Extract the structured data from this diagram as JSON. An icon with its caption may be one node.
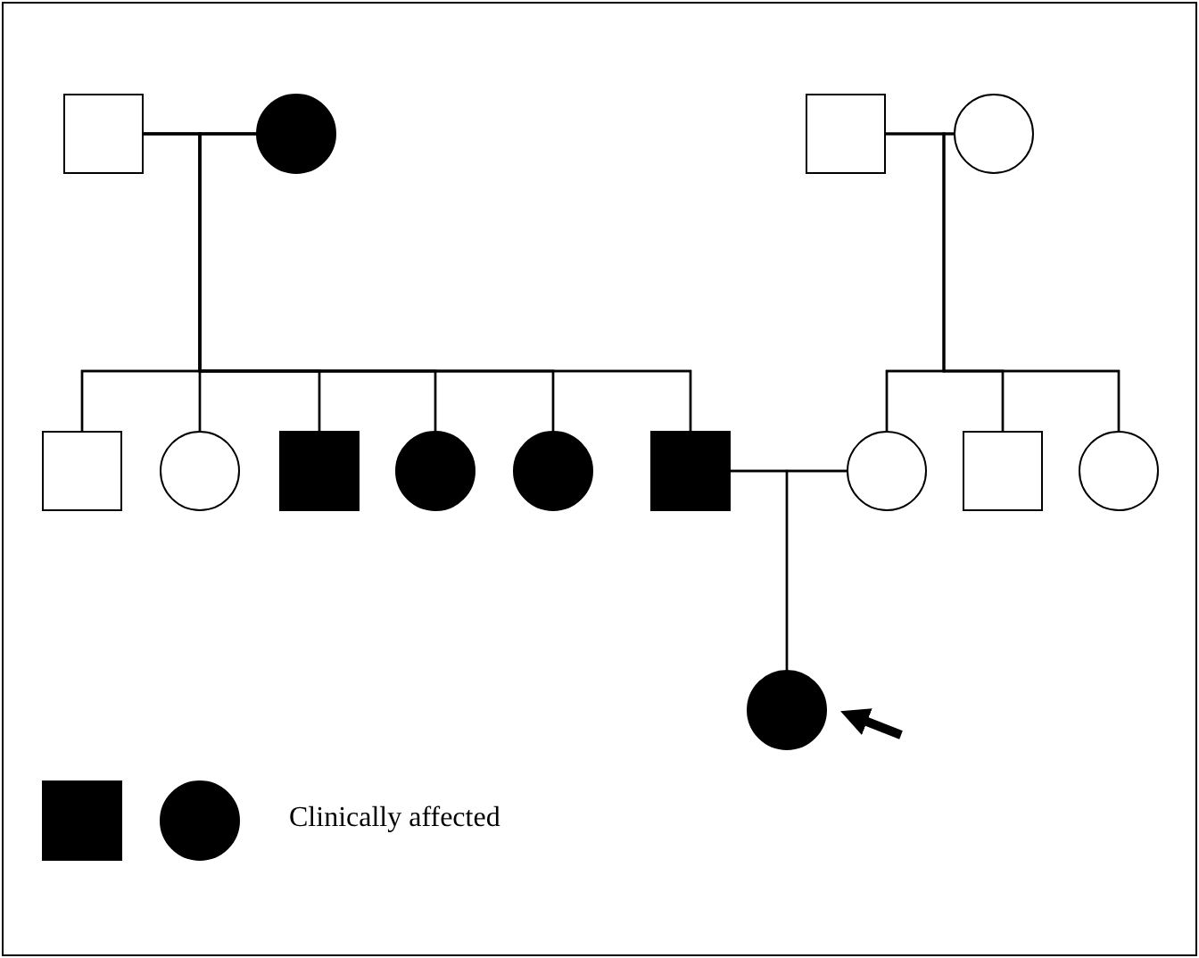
{
  "diagram": {
    "nodes": [
      {
        "text": [],
        "shape": "box"
      },
      {
        "text": [],
        "shape": "circle"
      },
      {
        "text": [],
        "shape": "box"
      },
      {
        "text": [],
        "shape": "circle"
      },
      {
        "text": [],
        "shape": "box"
      },
      {
        "text": [],
        "shape": "circle"
      },
      {
        "text": [],
        "shape": "box"
      },
      {
        "text": [],
        "shape": "circle"
      },
      {
        "text": [],
        "shape": "circle"
      },
      {
        "text": [],
        "shape": "box"
      },
      {
        "text": [],
        "shape": "circle"
      },
      {
        "text": [],
        "shape": "box"
      },
      {
        "text": [],
        "shape": "circle"
      },
      {
        "text": [],
        "shape": "circle"
      }
    ],
    "edges": [
      {
        "from": 0,
        "to": 1,
        "arrow": "none"
      },
      {
        "from": 0,
        "to": 4,
        "arrow": "none"
      },
      {
        "from": 0,
        "to": 5,
        "arrow": "none"
      },
      {
        "from": 0,
        "to": 6,
        "arrow": "none"
      },
      {
        "from": 0,
        "to": 7,
        "arrow": "none"
      },
      {
        "from": 0,
        "to": 8,
        "arrow": "none"
      },
      {
        "from": 0,
        "to": 9,
        "arrow": "none"
      },
      {
        "from": 1,
        "to": 4,
        "arrow": "none"
      },
      {
        "from": 1,
        "to": 5,
        "arrow": "none"
      },
      {
        "from": 1,
        "to": 6,
        "arrow": "none"
      },
      {
        "from": 1,
        "to": 7,
        "arrow": "none"
      },
      {
        "from": 1,
        "to": 8,
        "arrow": "none"
      },
      {
        "from": 1,
        "to": 9,
        "arrow": "none"
      },
      {
        "from": 2,
        "to": 3,
        "arrow": "none"
      },
      {
        "from": 2,
        "to": 10,
        "arrow": "none"
      },
      {
        "from": 2,
        "to": 11,
        "arrow": "none"
      },
      {
        "from": 2,
        "to": 12,
        "arrow": "none"
      },
      {
        "from": 3,
        "to": 10,
        "arrow": "none"
      },
      {
        "from": 3,
        "to": 11,
        "arrow": "none"
      },
      {
        "from": 3,
        "to": 12,
        "arrow": "none"
      },
      {
        "from": 9,
        "to": 10,
        "arrow": "none"
      },
      {
        "from": 9,
        "to": 13,
        "arrow": "none"
      },
      {
        "from": 10,
        "to": 13,
        "arrow": "none"
      },
      {
        "from": null,
        "to": 13,
        "arrow": "to",
        "style": "thick"
      }
    ],
    "legend": [
      {
        "text": "Clinically affected"
      }
    ]
  }
}
